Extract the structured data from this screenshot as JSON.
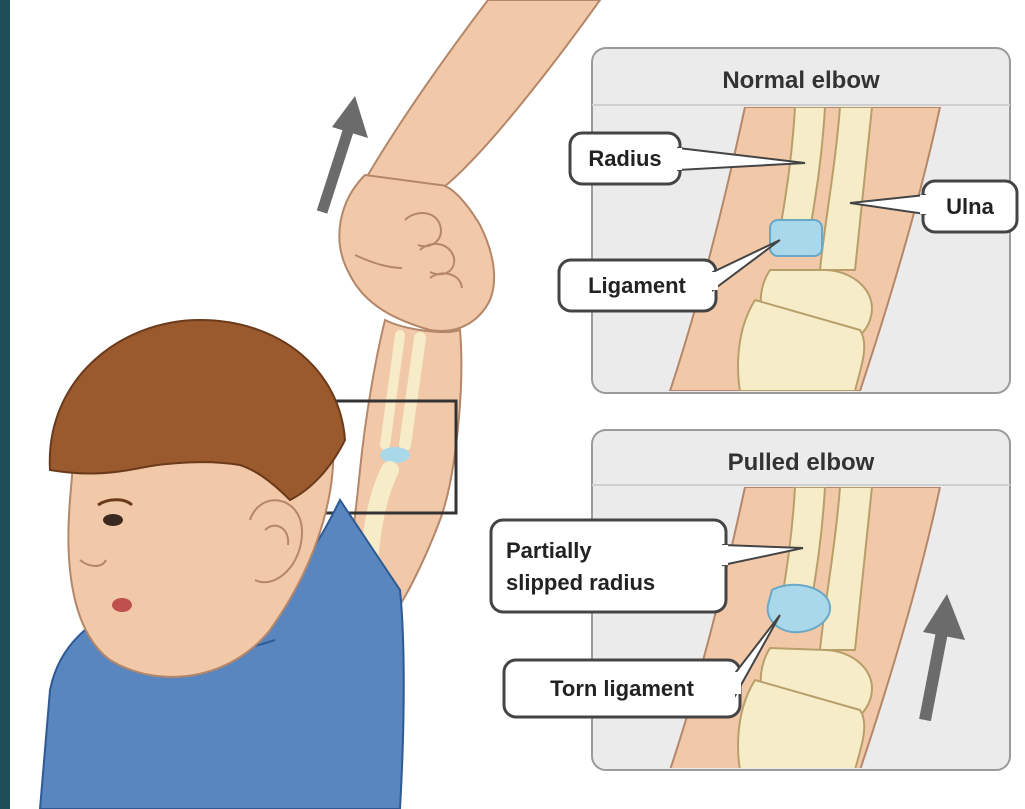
{
  "panels": {
    "normal": {
      "title": "Normal elbow",
      "labels": {
        "radius": "Radius",
        "ulna": "Ulna",
        "ligament": "Ligament"
      }
    },
    "pulled": {
      "title": "Pulled elbow",
      "labels": {
        "slipped_line1": "Partially",
        "slipped_line2": "slipped radius",
        "torn": "Torn ligament"
      }
    }
  },
  "colors": {
    "background_frame": "#1f4d5a",
    "skin": "#f2c9a8",
    "skin_shadow": "#e0a985",
    "bone": "#f6ecc8",
    "ligament": "#a8d8ea",
    "shirt": "#5a86c0",
    "hair": "#9a5a2e",
    "panel_bg": "#ebebeb",
    "arrow": "#6b6b6b"
  },
  "icons": [
    "up-arrow-icon",
    "zoom-box-icon"
  ]
}
